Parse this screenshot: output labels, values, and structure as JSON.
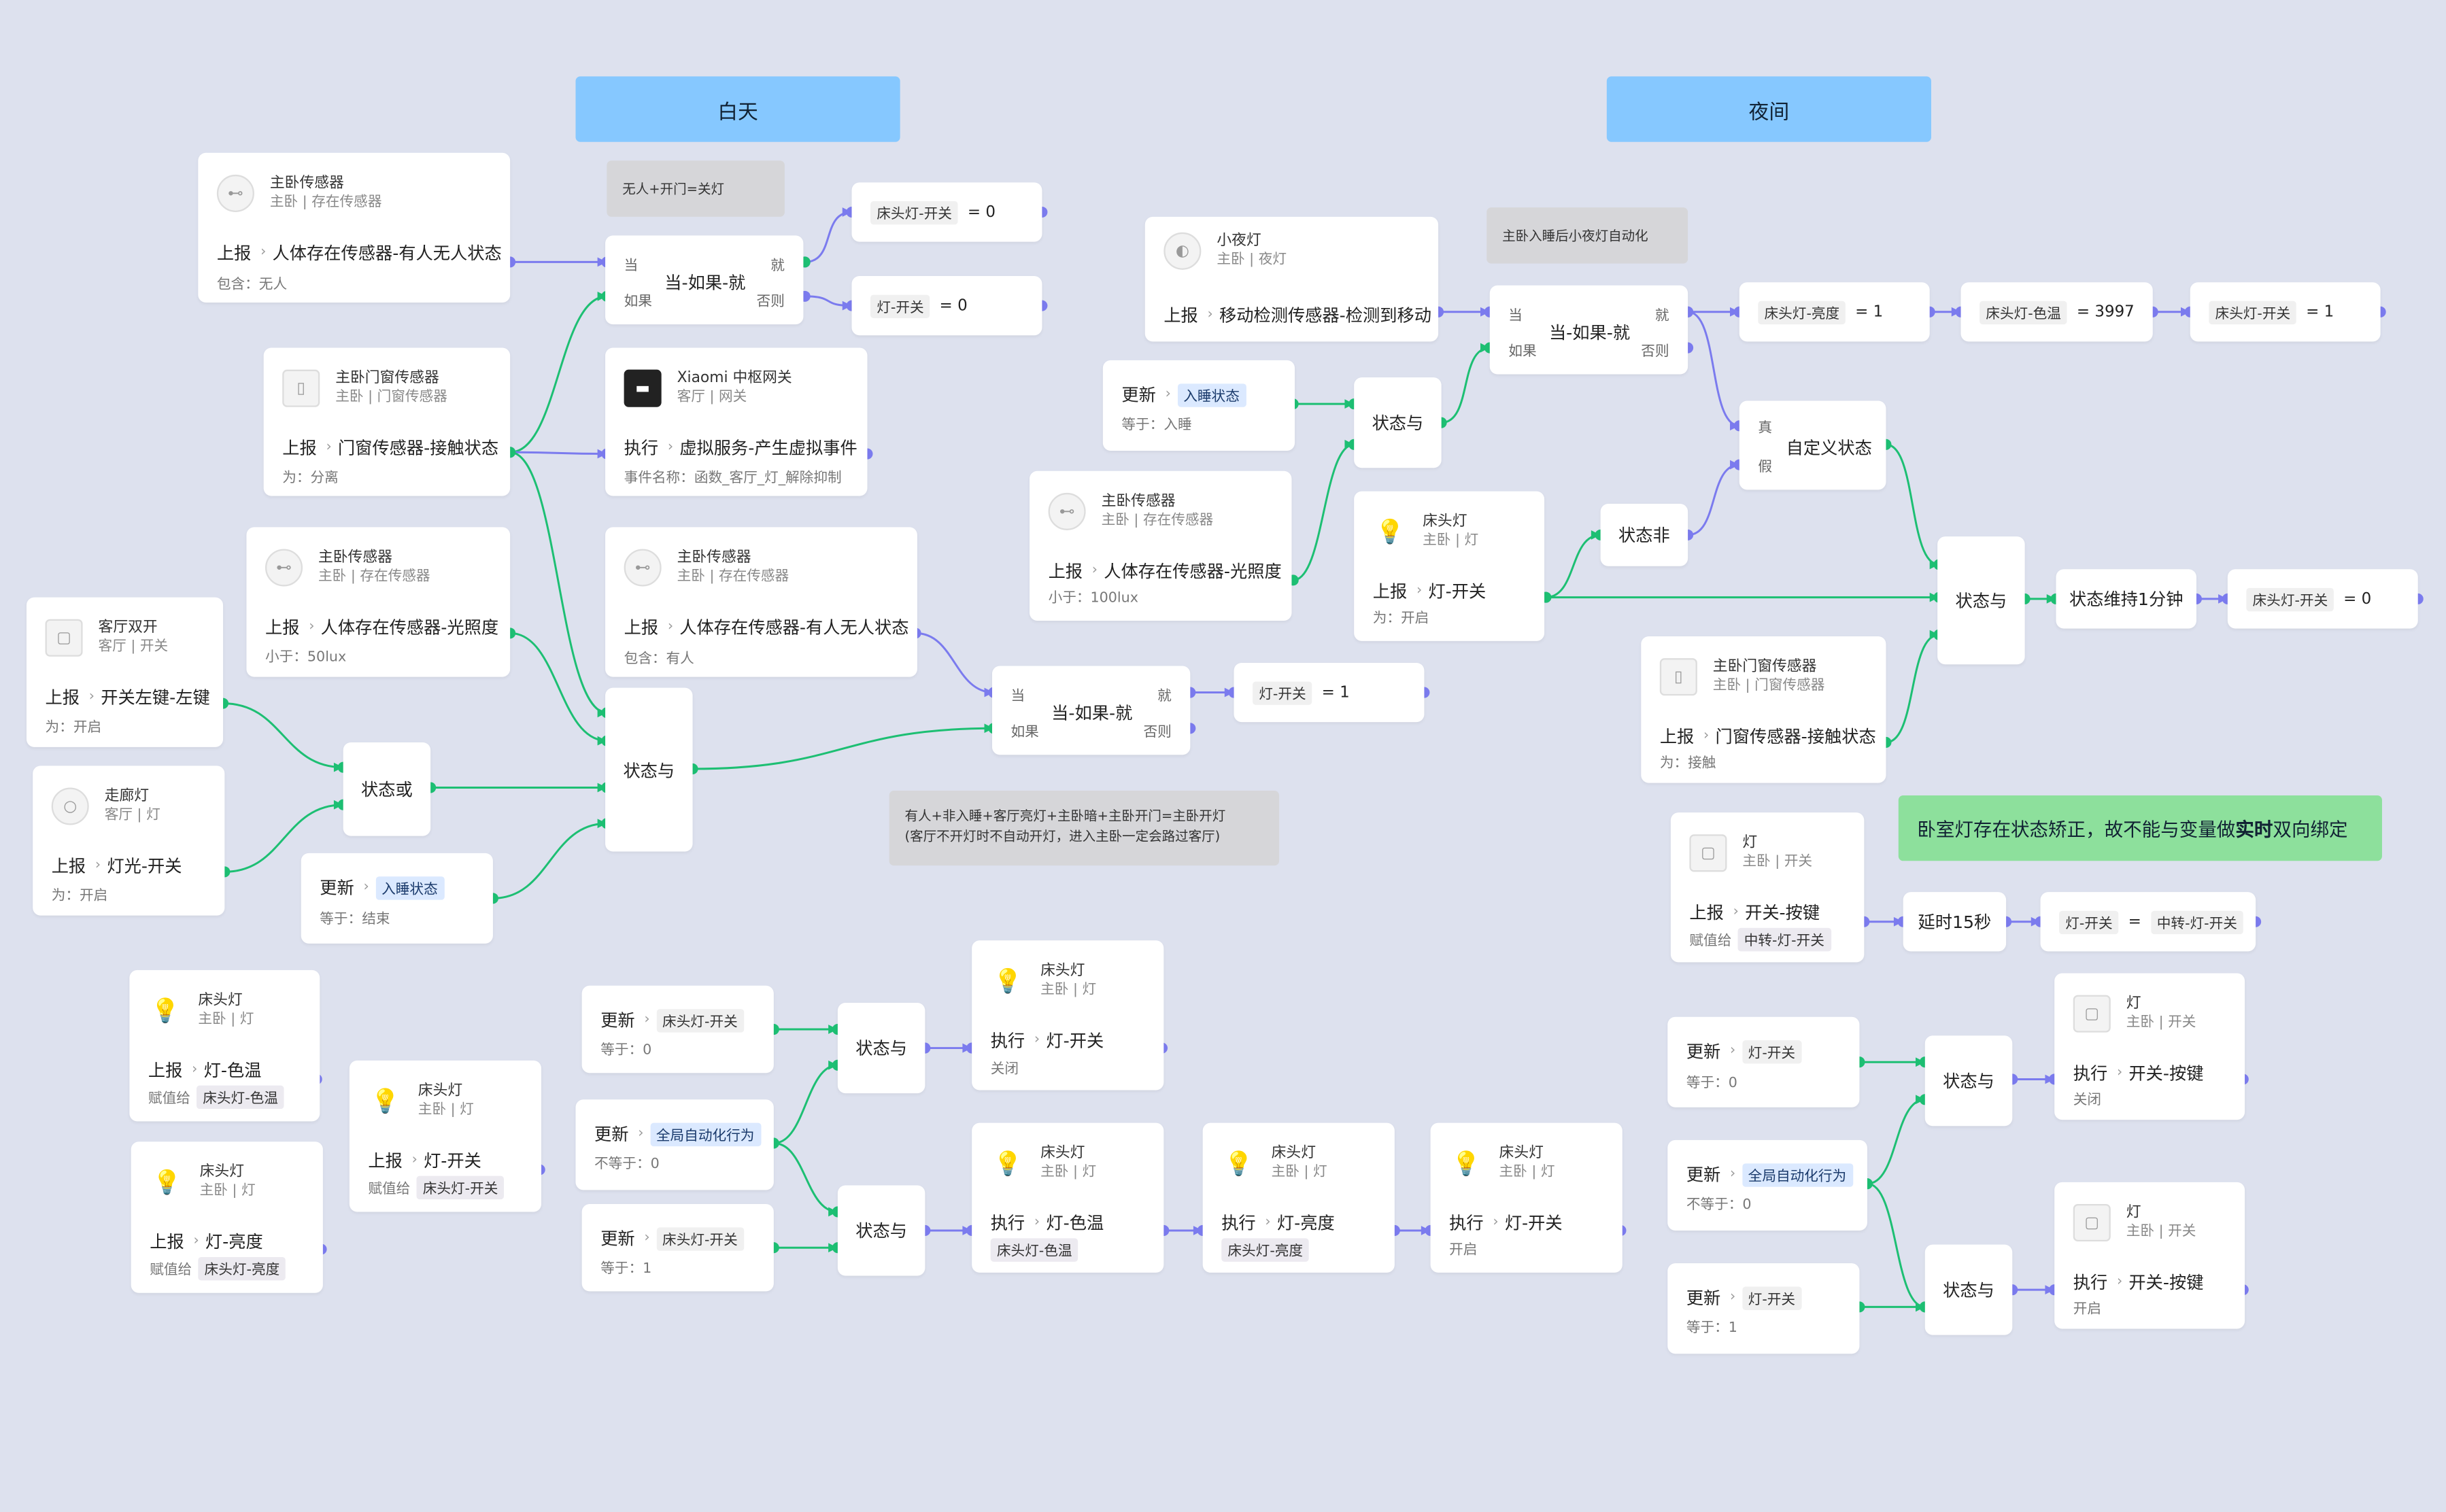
{
  "banners": {
    "day": "白天",
    "night": "夜间"
  },
  "notes": {
    "n1": "无人+开门=关灯",
    "n2": "主卧入睡后小夜灯自动化",
    "n3_l1": "有人+非入睡+客厅亮灯+主卧暗+主卧开门=主卧开灯",
    "n3_l2": "(客厅不开灯时不自动开灯，进入主卧一定会路过客厅)",
    "green_pre": "卧室灯存在状态矫正，故不能与变量做",
    "green_bold": "实时",
    "green_post": "双向绑定"
  },
  "words": {
    "report": "上报",
    "exec": "执行",
    "update": "更新",
    "when": "当",
    "if": "如果",
    "then": "就",
    "else": "否则",
    "true": "真",
    "false": "假",
    "cond_title": "当-如果-就"
  },
  "devices": {
    "sensor_main": {
      "name": "主卧传感器",
      "sub": "主卧 | 存在传感器"
    },
    "door_main": {
      "name": "主卧门窗传感器",
      "sub": "主卧 | 门窗传感器"
    },
    "switch_lr": {
      "name": "客厅双开",
      "sub": "客厅 | 开关"
    },
    "light_hall": {
      "name": "走廊灯",
      "sub": "客厅 | 灯"
    },
    "gateway": {
      "name": "Xiaomi 中枢网关",
      "sub": "客厅 | 网关"
    },
    "bedlamp": {
      "name": "床头灯",
      "sub": "主卧 | 灯"
    },
    "nightlight": {
      "name": "小夜灯",
      "sub": "主卧 | 夜灯"
    },
    "lamp_switch": {
      "name": "灯",
      "sub": "主卧 | 开关"
    }
  },
  "props": {
    "presence": "人体存在传感器-有人无人状态",
    "lux": "人体存在传感器-光照度",
    "door": "门窗传感器-接触状态",
    "sw_left": "开关左键-左键",
    "light_sw": "灯光-开关",
    "virtual": "虚拟服务-产生虚拟事件",
    "motion": "移动检测传感器-检测到移动",
    "lamp_sw": "灯-开关",
    "lamp_ct": "灯-色温",
    "lamp_br": "灯-亮度",
    "key": "开关-按键"
  },
  "details": {
    "inc_none": "包含：无人",
    "inc_some": "包含：有人",
    "is_open_sep": "为：分离",
    "lt50": "小于：50lux",
    "lt100": "小于：100lux",
    "is_on": "为：开启",
    "is_contact": "为：接触",
    "eq_sleep": "等于：入睡",
    "eq_end": "等于：结束",
    "eq0": "等于：0",
    "eq1": "等于：1",
    "neq0": "不等于：0",
    "event_name": "事件名称：函数_客厅_灯_解除抑制",
    "off": "关闭",
    "on": "开启",
    "assign": "赋值给"
  },
  "vars": {
    "sleep": "入睡状态",
    "bed_sw": "床头灯-开关",
    "bed_ct": "床头灯-色温",
    "bed_br": "床头灯-亮度",
    "lamp_sw": "灯-开关",
    "global": "全局自动化行为",
    "relay": "中转-灯-开关"
  },
  "values": {
    "eq0": "= 0",
    "eq1": "= 1",
    "eq3997": "= 3997",
    "eqrelay": "="
  },
  "gates": {
    "and": "状态与",
    "or": "状态或",
    "not": "状态非",
    "custom": "自定义状态",
    "hold": "状态维持1分钟",
    "delay": "延时15秒"
  }
}
